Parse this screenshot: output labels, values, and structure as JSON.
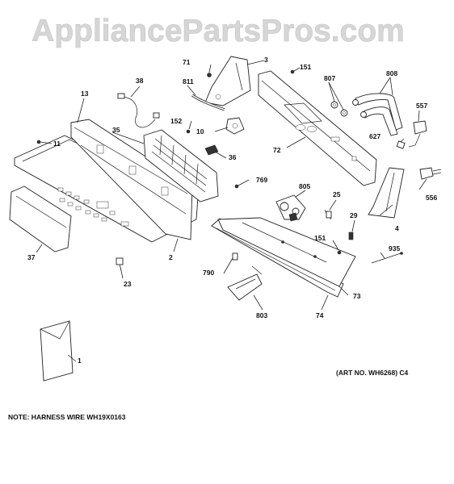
{
  "watermark": "AppliancePartsPros.com",
  "art_no": "(ART NO. WH6268) C4",
  "note": "NOTE: HARNESS WIRE WH19X0163",
  "callouts": [
    {
      "id": "c1",
      "text": "1"
    },
    {
      "id": "c2",
      "text": "2"
    },
    {
      "id": "c3",
      "text": "3"
    },
    {
      "id": "c4",
      "text": "4"
    },
    {
      "id": "c10",
      "text": "10"
    },
    {
      "id": "c11",
      "text": "11"
    },
    {
      "id": "c13",
      "text": "13"
    },
    {
      "id": "c23",
      "text": "23"
    },
    {
      "id": "c25",
      "text": "25"
    },
    {
      "id": "c29",
      "text": "29"
    },
    {
      "id": "c35",
      "text": "35"
    },
    {
      "id": "c36",
      "text": "36"
    },
    {
      "id": "c37",
      "text": "37"
    },
    {
      "id": "c38",
      "text": "38"
    },
    {
      "id": "c71",
      "text": "71"
    },
    {
      "id": "c72",
      "text": "72"
    },
    {
      "id": "c73",
      "text": "73"
    },
    {
      "id": "c74",
      "text": "74"
    },
    {
      "id": "c151a",
      "text": "151"
    },
    {
      "id": "c151b",
      "text": "151"
    },
    {
      "id": "c152",
      "text": "152"
    },
    {
      "id": "c556",
      "text": "556"
    },
    {
      "id": "c557",
      "text": "557"
    },
    {
      "id": "c627",
      "text": "627"
    },
    {
      "id": "c769",
      "text": "769"
    },
    {
      "id": "c790",
      "text": "790"
    },
    {
      "id": "c803",
      "text": "803"
    },
    {
      "id": "c805",
      "text": "805"
    },
    {
      "id": "c807",
      "text": "807"
    },
    {
      "id": "c808",
      "text": "808"
    },
    {
      "id": "c811",
      "text": "811"
    },
    {
      "id": "c935",
      "text": "935"
    }
  ]
}
